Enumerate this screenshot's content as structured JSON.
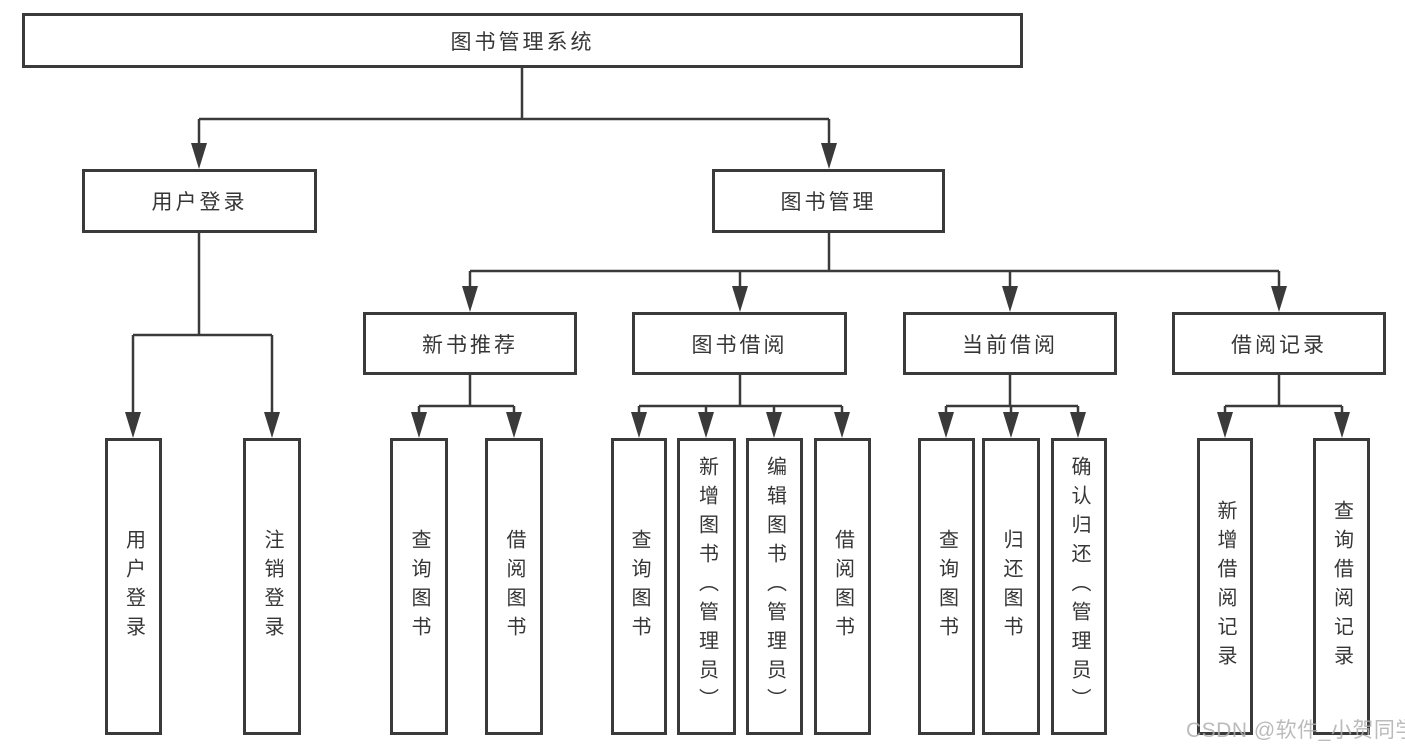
{
  "diagram": {
    "type": "hierarchy-tree",
    "title": "图书管理系统",
    "watermark": "CSDN @软件_小贺同学",
    "colors": {
      "line": "#3a3a3a",
      "box_border": "#3a3a3a",
      "text": "#363636",
      "watermark": "#b0b0b0",
      "background": "#ffffff"
    },
    "tree": {
      "root": {
        "label": "图书管理系统"
      },
      "level2": {
        "user_login": {
          "label": "用户登录"
        },
        "book_management": {
          "label": "图书管理"
        }
      },
      "level3": {
        "new_book_recommend": {
          "label": "新书推荐",
          "parent": "图书管理"
        },
        "book_borrowing": {
          "label": "图书借阅",
          "parent": "图书管理"
        },
        "current_borrowing": {
          "label": "当前借阅",
          "parent": "图书管理"
        },
        "borrowing_records": {
          "label": "借阅记录",
          "parent": "图书管理"
        }
      },
      "leaves": {
        "user_login_leaf": {
          "label": "用户登录",
          "parent": "用户登录"
        },
        "logout": {
          "label": "注销登录",
          "parent": "用户登录"
        },
        "nb_query_books": {
          "label": "查询图书",
          "parent": "新书推荐"
        },
        "nb_borrow_books": {
          "label": "借阅图书",
          "parent": "新书推荐"
        },
        "bb_query_books": {
          "label": "查询图书",
          "parent": "图书借阅"
        },
        "bb_add_books": {
          "label": "新增图书（管理员）",
          "parent": "图书借阅"
        },
        "bb_edit_books": {
          "label": "编辑图书（管理员）",
          "parent": "图书借阅"
        },
        "bb_borrow_books": {
          "label": "借阅图书",
          "parent": "图书借阅"
        },
        "cb_query_books": {
          "label": "查询图书",
          "parent": "当前借阅"
        },
        "cb_return_books": {
          "label": "归还图书",
          "parent": "当前借阅"
        },
        "cb_confirm_return": {
          "label": "确认归还（管理员）",
          "parent": "当前借阅"
        },
        "br_add_record": {
          "label": "新增借阅记录",
          "parent": "借阅记录"
        },
        "br_query_record": {
          "label": "查询借阅记录",
          "parent": "借阅记录"
        }
      }
    }
  }
}
